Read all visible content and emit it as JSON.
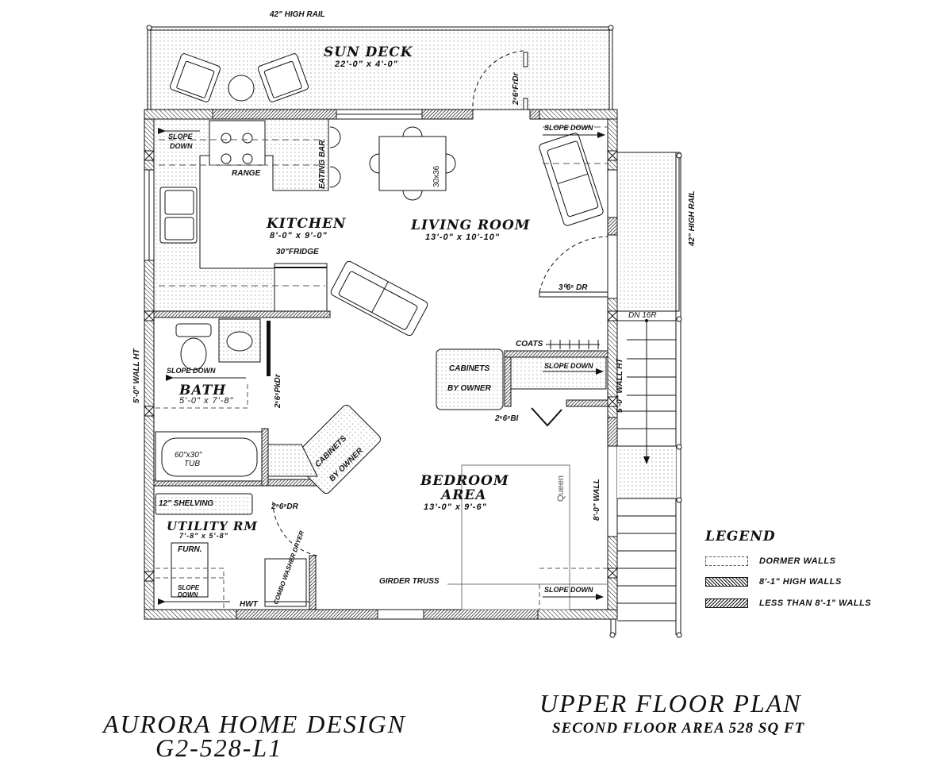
{
  "header": {
    "rail_top": "42\" HIGH RAIL",
    "rail_right": "42\" HIGH RAIL"
  },
  "rooms": {
    "sun_deck": {
      "name": "SUN DECK",
      "dims": "22'-0\" x 4'-0\""
    },
    "kitchen": {
      "name": "KITCHEN",
      "dims": "8'-0\" x 9'-0\""
    },
    "living_room": {
      "name": "LIVING ROOM",
      "dims": "13'-0\" x 10'-10\""
    },
    "bath": {
      "name": "BATH",
      "dims": "5'-0\" x 7'-8\""
    },
    "utility": {
      "name": "UTILITY RM",
      "dims": "7'-8\" x 5'-8\""
    },
    "bedroom": {
      "name_line1": "BEDROOM",
      "name_line2": "AREA",
      "dims": "13'-0\" x 9'-6\""
    }
  },
  "labels": {
    "slope_down": "SLOPE",
    "down": "DOWN",
    "slope_down_full": "SLOPE DOWN",
    "range": "RANGE",
    "eating_bar": "EATING BAR",
    "fridge": "30\"FRIDGE",
    "table": "30x36",
    "sun_door": "2⁸6⁸FrDr",
    "entry_door": "3⁰6⁸ DR",
    "stairs": "DN  16R",
    "coats": "COATS",
    "cabinets": "CABINETS",
    "by_owner": "BY OWNER",
    "closet_door": "2⁶6⁸BI",
    "bath_door": "2⁶6⁸PkDr",
    "tub_line1": "60\"x30\"",
    "tub_line2": "TUB",
    "shelving": "12\"  SHELVING",
    "utility_door": "2⁸6⁸DR",
    "furnace": "FURN.",
    "hwt": "HWT",
    "washer_dryer": "COMBO WASHER DRYER",
    "girder_truss": "GIRDER TRUSS",
    "bed": "Queen",
    "wall_ht_left": "5'-0\"  WALL HT",
    "wall_ht_right": "5'-0\"  WALL HT",
    "wall_8": "8'-0\"  WALL"
  },
  "legend": {
    "title": "LEGEND",
    "items": [
      {
        "label": "DORMER WALLS",
        "swatch": "dashed"
      },
      {
        "label": "8'-1\"  HIGH WALLS",
        "swatch": "hatch-dense"
      },
      {
        "label": "LESS THAN 8'-1\"  WALLS",
        "swatch": "hatch-sparse"
      }
    ]
  },
  "title_block": {
    "company": "AURORA HOME DESIGN",
    "plan_id": "G2-528-L1",
    "plan_title": "UPPER FLOOR PLAN",
    "plan_subtitle": "SECOND FLOOR AREA   528 SQ FT"
  },
  "colors": {
    "ink": "#111111",
    "paper": "#ffffff",
    "dots": "#bfbfbf"
  }
}
